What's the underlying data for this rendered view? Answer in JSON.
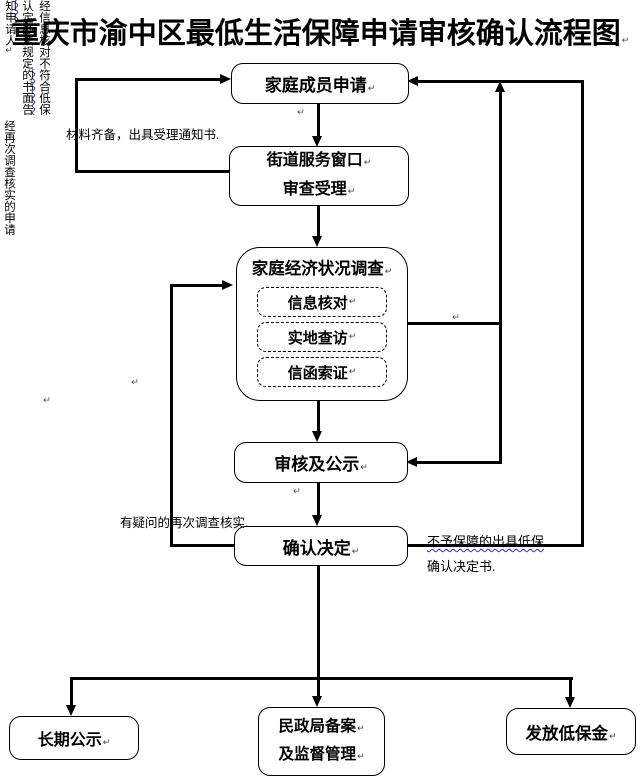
{
  "title": "重庆市渝中区最低生活保障申请审核确认流程图",
  "marks": {
    "pilcrow": "↵"
  },
  "colors": {
    "line": "#000000",
    "squiggle": "#3333cc",
    "text": "#000000"
  },
  "nodes": {
    "family_apply": {
      "label": "家庭成员申请"
    },
    "street_window": {
      "line1": "街道服务窗口",
      "line2": "审查受理"
    },
    "economic_survey": {
      "title": "家庭经济状况调查",
      "sub1": "信息核对",
      "sub2": "实地查访",
      "sub3": "信函索证"
    },
    "review_publicity": {
      "label": "审核及公示"
    },
    "confirm_decision": {
      "label": "确认决定"
    },
    "longterm_publicity": {
      "label": "长期公示"
    },
    "civil_affairs": {
      "line1": "民政局备案",
      "line2": "及监督管理"
    },
    "issue_allowance": {
      "label": "发放低保金"
    }
  },
  "edge_labels": {
    "acceptance_notice": "材料齐备，出具受理通知书.",
    "reinvestigate": "有疑问的再次调查核实.",
    "written_notify_part1": "经信息核对不",
    "written_notify_squiggle": "符合低保认定",
    "written_notify_part2": "办法规定的书面告",
    "written_notify_part3": "知申请人",
    "reverified_apps": "经再次调查核实的申请",
    "denial_line1": "不予保障的出具低保",
    "denial_line2": "确认决定书."
  }
}
